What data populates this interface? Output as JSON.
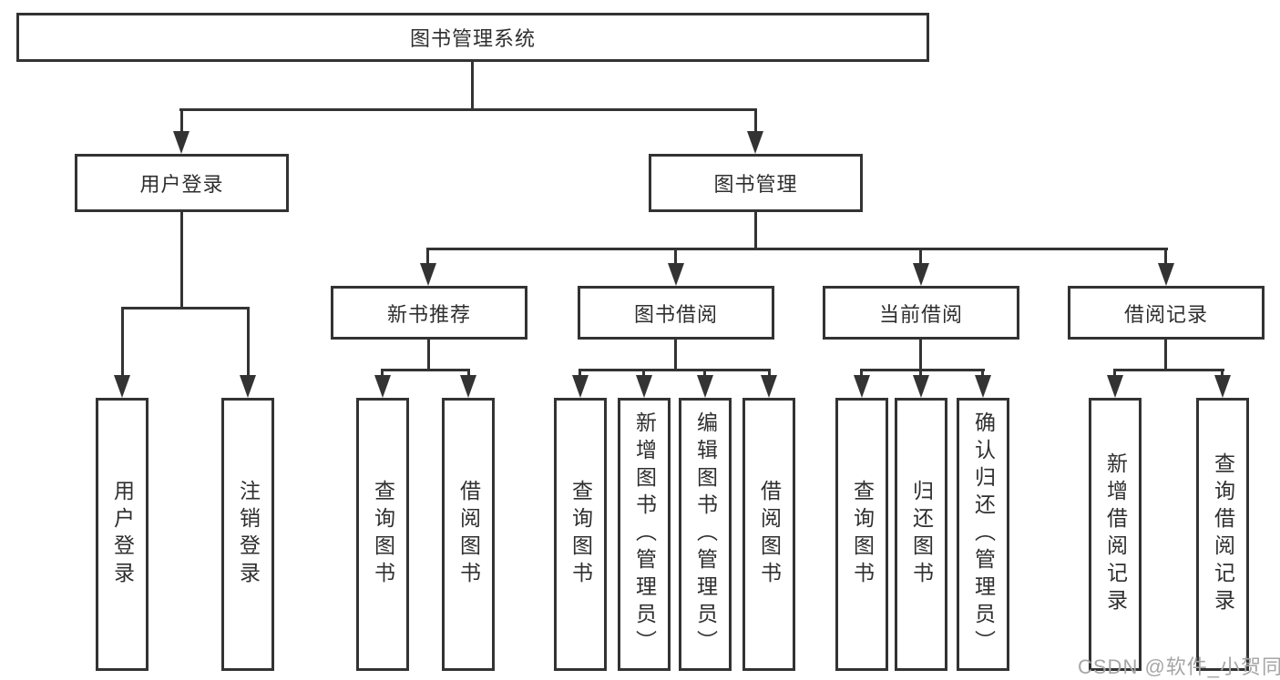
{
  "diagram": {
    "root": {
      "label": "图书管理系统"
    },
    "level2": [
      {
        "id": "user-login",
        "label": "用户登录"
      },
      {
        "id": "book-management",
        "label": "图书管理"
      }
    ],
    "level3": [
      {
        "id": "new-book-recommend",
        "label": "新书推荐"
      },
      {
        "id": "book-borrowing",
        "label": "图书借阅"
      },
      {
        "id": "current-borrowing",
        "label": "当前借阅"
      },
      {
        "id": "borrowing-records",
        "label": "借阅记录"
      }
    ],
    "leaves": {
      "user_login": [
        "用户登录",
        "注销登录"
      ],
      "new_book_recommend": [
        "查询图书",
        "借阅图书"
      ],
      "book_borrowing": [
        "查询图书",
        "新增图书（管理员）",
        "编辑图书（管理员）",
        "借阅图书"
      ],
      "current_borrowing": [
        "查询图书",
        "归还图书",
        "确认归还（管理员）"
      ],
      "borrowing_records": [
        "新增借阅记录",
        "查询借阅记录"
      ]
    },
    "colors": {
      "line": "#333333",
      "text": "#2f2f2f",
      "box_background": "#ffffff",
      "watermark": "#a6a6a6"
    }
  },
  "watermark": {
    "text": "CSDN @软件_小贺同学"
  }
}
